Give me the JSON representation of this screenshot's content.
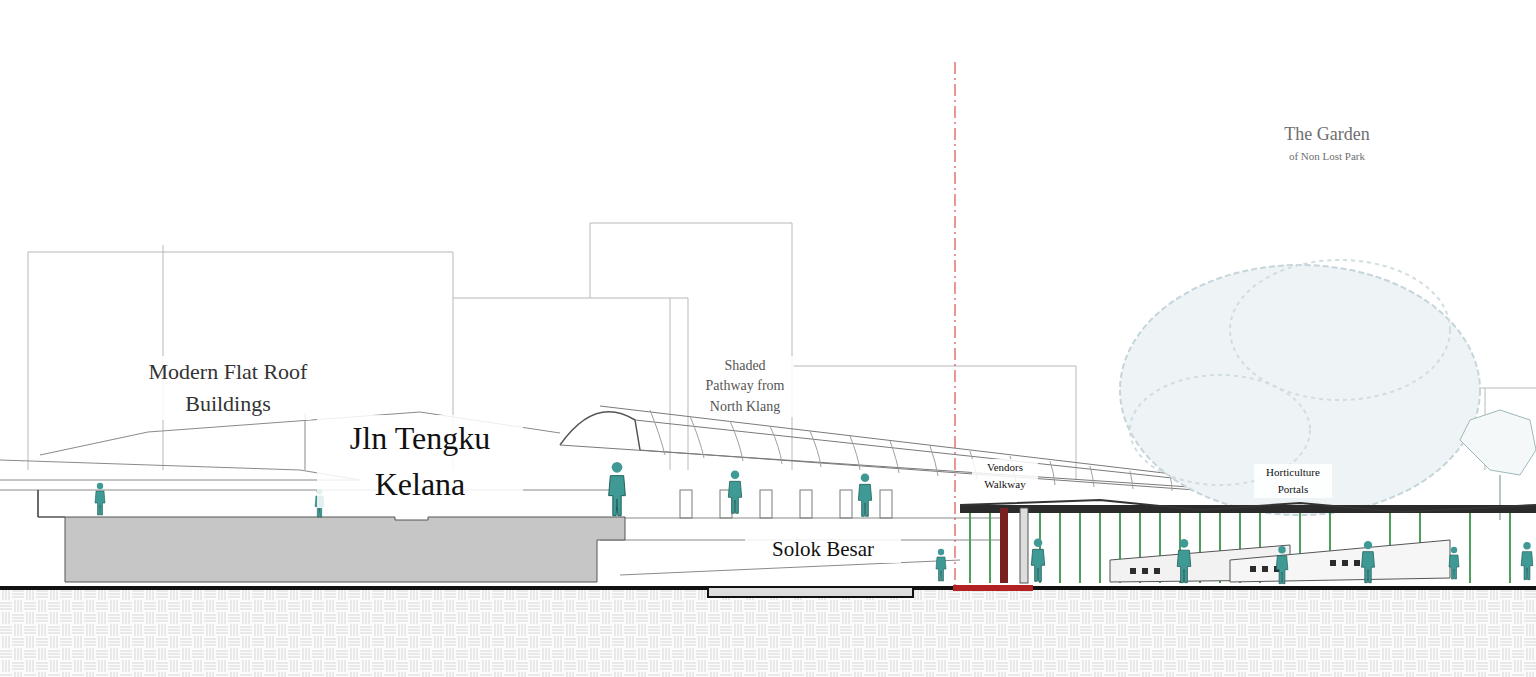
{
  "diagram": {
    "labels": [
      "The Garden",
      "of Non Lost Park",
      "Modern Flat Roof Buildings",
      "Shaded Pathway from North Klang",
      "Jln Tengku Kelana",
      "Vendors Walkway",
      "Horticulture Portals",
      "Solok Besar"
    ]
  }
}
